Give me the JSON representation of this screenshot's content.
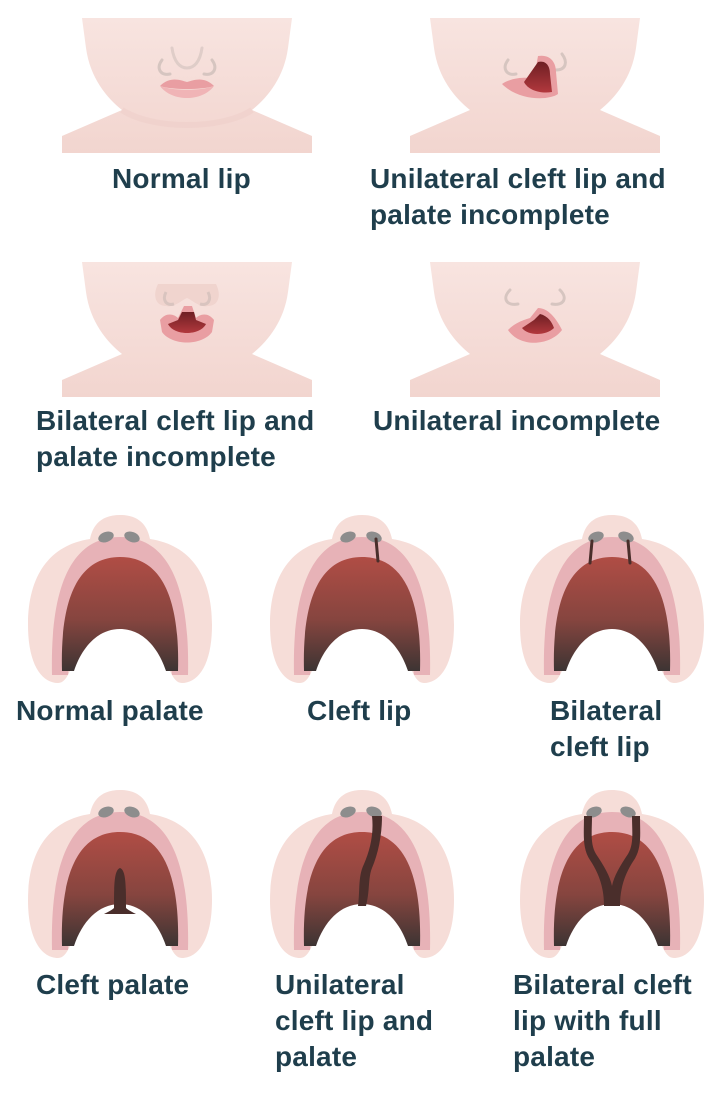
{
  "lip_section": {
    "items": [
      {
        "label": "Normal lip",
        "condition": "normal-lip"
      },
      {
        "label": "Unilateral cleft lip and palate incomplete",
        "condition": "unilateral-cleft-lip-palate-incomplete"
      },
      {
        "label": "Bilateral cleft lip and palate incomplete",
        "condition": "bilateral-cleft-lip-palate-incomplete"
      },
      {
        "label": "Unilateral incomplete",
        "condition": "unilateral-incomplete"
      }
    ]
  },
  "palate_section": {
    "items": [
      {
        "label": "Normal palate",
        "condition": "normal-palate"
      },
      {
        "label": "Cleft lip",
        "condition": "cleft-lip"
      },
      {
        "label": "Bilateral cleft lip",
        "condition": "bilateral-cleft-lip"
      },
      {
        "label": "Cleft palate",
        "condition": "cleft-palate"
      },
      {
        "label": "Unilateral cleft lip and palate",
        "condition": "unilateral-cleft-lip-palate"
      },
      {
        "label": "Bilateral cleft lip with full palate",
        "condition": "bilateral-cleft-lip-full-palate"
      }
    ]
  },
  "colors": {
    "label_text": "#1f3e4c",
    "skin": "#f6ddd8",
    "skin_shadow": "#eecbc4",
    "lip": "#e9a3a6",
    "lip_dark": "#d98a8f",
    "mouth_interior": "#8a2a2f",
    "gum_pink": "#e8b3b8",
    "gum_inner": "#d99aa1",
    "palate": "#a94a43",
    "palate_dark": "#4a3533",
    "nostril": "#8d8d8d",
    "cleft": "#4a2e2b"
  }
}
